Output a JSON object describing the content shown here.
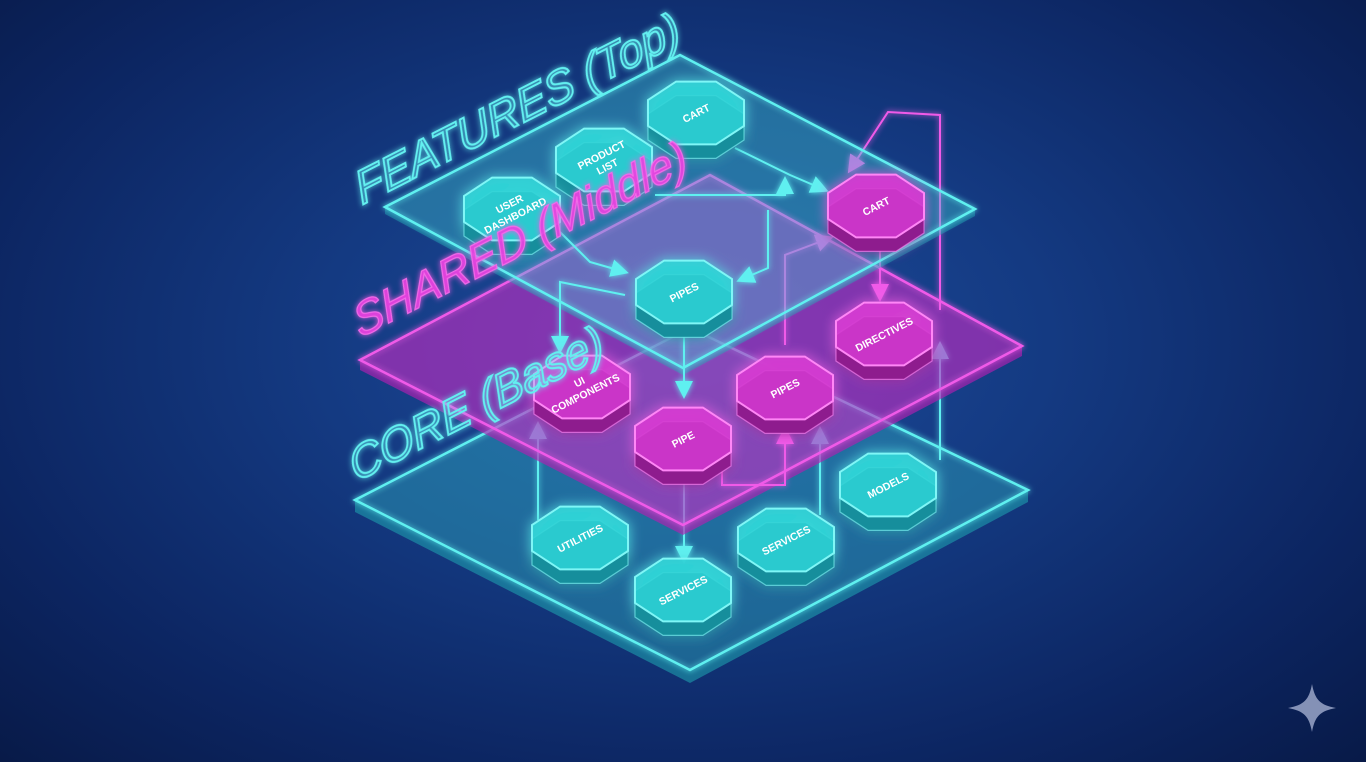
{
  "layers": {
    "top": {
      "label": "FEATURES (Top)",
      "color": "#49e6e6"
    },
    "middle": {
      "label": "SHARED (Middle)",
      "color": "#ec3ce0"
    },
    "base": {
      "label": "CORE (Base)",
      "color": "#49e6e6"
    }
  },
  "nodes": {
    "cart_top": {
      "line1": "CART",
      "line2": ""
    },
    "product_list": {
      "line1": "PRODUCT",
      "line2": "LIST"
    },
    "user_dashboard": {
      "line1": "USER",
      "line2": "DASHBOARD"
    },
    "cart_pink": {
      "line1": "CART",
      "line2": ""
    },
    "pipes_cyan": {
      "line1": "PIPES",
      "line2": ""
    },
    "directives": {
      "line1": "DIRECTIVES",
      "line2": ""
    },
    "ui_components": {
      "line1": "UI",
      "line2": "COMPONENTS"
    },
    "pipes_pink": {
      "line1": "PIPES",
      "line2": ""
    },
    "pipe": {
      "line1": "PIPE",
      "line2": ""
    },
    "models": {
      "line1": "MODELS",
      "line2": ""
    },
    "utilities": {
      "line1": "UTILITIES",
      "line2": ""
    },
    "services_right": {
      "line1": "SERVICES",
      "line2": ""
    },
    "services_bottom": {
      "line1": "SERVICES",
      "line2": ""
    }
  },
  "colors": {
    "cyan": "#49e6e6",
    "magenta": "#ec3ce0",
    "background": "#12357a"
  },
  "icons": {
    "corner": "sparkle-icon"
  }
}
